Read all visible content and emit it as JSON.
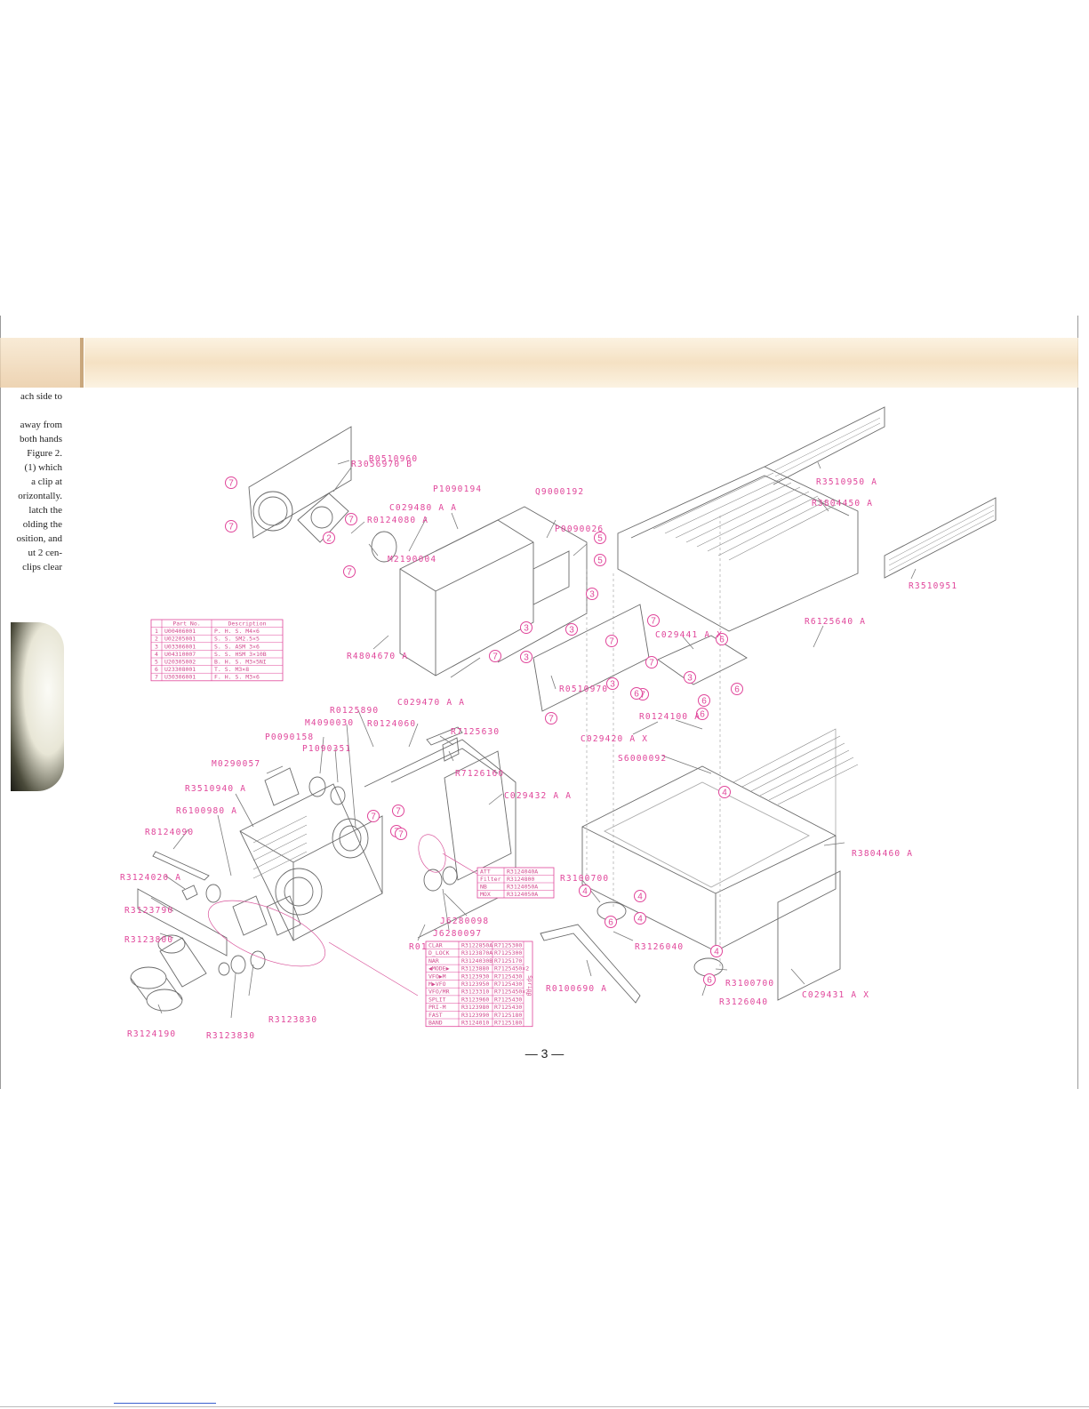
{
  "margin_text": [
    "ach side to",
    "",
    "away from",
    "both hands",
    "Figure 2.",
    "(1) which",
    "a clip at",
    "orizontally.",
    "latch the",
    "olding the",
    "osition, and",
    "ut 2 cen-",
    "clips clear"
  ],
  "callouts": [
    {
      "id": "c1",
      "text": "R0510960"
    },
    {
      "id": "c2",
      "text": "R3056970 B"
    },
    {
      "id": "c3",
      "text": "R0124080 A"
    },
    {
      "id": "c4",
      "text": "C029480 A A"
    },
    {
      "id": "c5",
      "text": "P1090194"
    },
    {
      "id": "c6",
      "text": "Q9000192"
    },
    {
      "id": "c7",
      "text": "P0090026"
    },
    {
      "id": "c8",
      "text": "M2190004"
    },
    {
      "id": "c9",
      "text": "R3510950 A"
    },
    {
      "id": "c10",
      "text": "R3804450 A"
    },
    {
      "id": "c11",
      "text": "R3510951"
    },
    {
      "id": "c12",
      "text": "R4804670 A"
    },
    {
      "id": "c13",
      "text": "C029441 A X"
    },
    {
      "id": "c14",
      "text": "R6125640 A"
    },
    {
      "id": "c15",
      "text": "C029470 A A"
    },
    {
      "id": "c16",
      "text": "R0510970"
    },
    {
      "id": "c17",
      "text": "R0125890"
    },
    {
      "id": "c18",
      "text": "M4090030"
    },
    {
      "id": "c19",
      "text": "R0124060"
    },
    {
      "id": "c20",
      "text": "R7125630"
    },
    {
      "id": "c21",
      "text": "P0090158"
    },
    {
      "id": "c22",
      "text": "P1090351"
    },
    {
      "id": "c23",
      "text": "R7126160"
    },
    {
      "id": "c24",
      "text": "M0290057"
    },
    {
      "id": "c25",
      "text": "R0124100 A"
    },
    {
      "id": "c26",
      "text": "C029420 A X"
    },
    {
      "id": "c27",
      "text": "S6000092"
    },
    {
      "id": "c28",
      "text": "C029432 A A"
    },
    {
      "id": "c29",
      "text": "R3510940 A"
    },
    {
      "id": "c30",
      "text": "R6100980 A"
    },
    {
      "id": "c31",
      "text": "R8124090"
    },
    {
      "id": "c32",
      "text": "R3804460 A"
    },
    {
      "id": "c33",
      "text": "R3124020 A"
    },
    {
      "id": "c34",
      "text": "R3100700"
    },
    {
      "id": "c35",
      "text": "R3123790"
    },
    {
      "id": "c36",
      "text": "J6280098"
    },
    {
      "id": "c37",
      "text": "J6280097"
    },
    {
      "id": "c38",
      "text": "R0125000"
    },
    {
      "id": "c39",
      "text": "R3126040"
    },
    {
      "id": "c40",
      "text": "R3123800"
    },
    {
      "id": "c41",
      "text": "R0100690 A"
    },
    {
      "id": "c42",
      "text": "R3100700"
    },
    {
      "id": "c43",
      "text": "C029431 A X"
    },
    {
      "id": "c44",
      "text": "R3123830"
    },
    {
      "id": "c45",
      "text": "R3126040"
    },
    {
      "id": "c46",
      "text": "R3124190"
    },
    {
      "id": "c47",
      "text": "R3123830"
    }
  ],
  "screw_table": {
    "headers": [
      "Part No.",
      "Description"
    ],
    "rows": [
      {
        "num": "1",
        "part": "U00406001",
        "desc": "P. H. S.  M4×6"
      },
      {
        "num": "2",
        "part": "U02205001",
        "desc": "S. S.  SM2.5×5"
      },
      {
        "num": "3",
        "part": "U03306001",
        "desc": "S. S. ASM 3×6"
      },
      {
        "num": "4",
        "part": "U04310007",
        "desc": "S. S. HSM 3×10B"
      },
      {
        "num": "5",
        "part": "U20305002",
        "desc": "B. H. S.  M3×5NI"
      },
      {
        "num": "6",
        "part": "U23308001",
        "desc": "T. S.  M3×8"
      },
      {
        "num": "7",
        "part": "U30306001",
        "desc": "F. H. S.  M3×6"
      }
    ]
  },
  "att_table": {
    "rows": [
      {
        "label": "ATT",
        "part": "R3124040A"
      },
      {
        "label": "Filter",
        "part": "R3124800"
      },
      {
        "label": "NB",
        "part": "R3124050A"
      },
      {
        "label": "MOX",
        "part": "R3124050A"
      }
    ]
  },
  "key_table": {
    "side_label": "Spring",
    "rows": [
      {
        "label": "CLAR",
        "part": "R3122850A",
        "spring": "R7125300"
      },
      {
        "label": "D_LOCK",
        "part": "R3123870A",
        "spring": "R7125300"
      },
      {
        "label": "NAR",
        "part": "R3124030B",
        "spring": "R7125170"
      },
      {
        "label": "◀MODE▶",
        "part": "R3123880",
        "spring": "R7125450×2"
      },
      {
        "label": "VFO▶M",
        "part": "R3123930",
        "spring": "R7125430"
      },
      {
        "label": "M▶VFO",
        "part": "R3123950",
        "spring": "R7125430"
      },
      {
        "label": "VFO/MR",
        "part": "R3123310",
        "spring": "R7125450×2"
      },
      {
        "label": "SPLIT",
        "part": "R3123960",
        "spring": "R7125430"
      },
      {
        "label": "PRI-M",
        "part": "R3123980",
        "spring": "R7125430"
      },
      {
        "label": "FAST",
        "part": "R3123990",
        "spring": "R7125180"
      },
      {
        "label": "BAND",
        "part": "R3124010",
        "spring": "R7125180"
      }
    ]
  },
  "markers": [
    "7",
    "7",
    "7",
    "2",
    "7",
    "5",
    "5",
    "3",
    "3",
    "3",
    "3",
    "7",
    "7",
    "7",
    "7",
    "3",
    "3",
    "7",
    "7",
    "6",
    "6",
    "6",
    "6",
    "6",
    "4",
    "4",
    "4",
    "4",
    "4",
    "6",
    "6",
    "7",
    "7",
    "7",
    "7"
  ],
  "page_number": "— 3 —",
  "colors": {
    "label": "#e0459a",
    "line": "#6a6a6a"
  }
}
